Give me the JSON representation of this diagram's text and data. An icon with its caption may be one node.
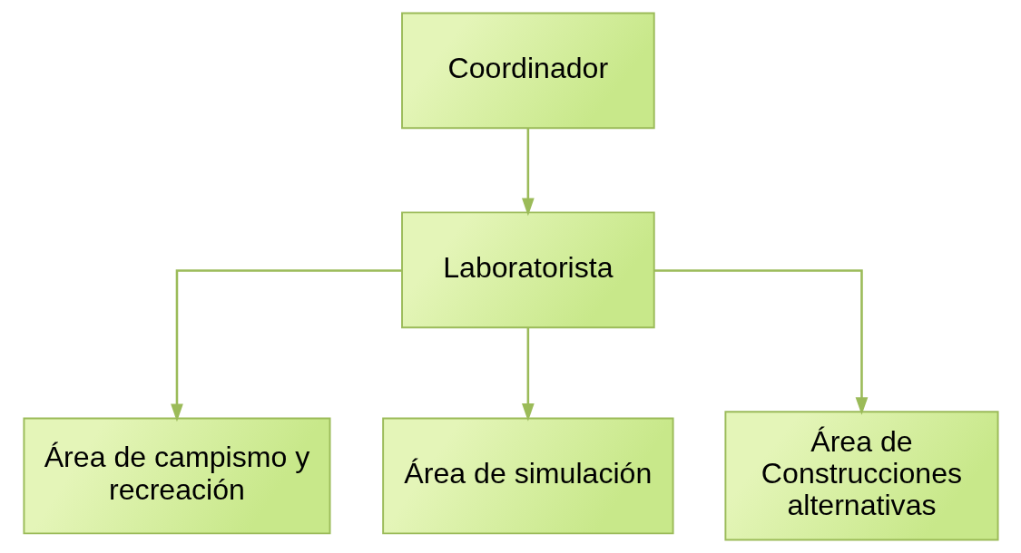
{
  "diagram": {
    "nodes": [
      {
        "text": [
          "Coordinador"
        ]
      },
      {
        "text": [
          "Laboratorista"
        ]
      },
      {
        "text": [
          "Área de campismo y recreación"
        ]
      },
      {
        "text": [
          "Área de simulación"
        ]
      },
      {
        "text": [
          "Área de Construcciones alternativas"
        ]
      }
    ],
    "edges": [
      {
        "from": 0,
        "to": 1,
        "arrow": "to"
      },
      {
        "from": 1,
        "to": 2,
        "arrow": "to"
      },
      {
        "from": 1,
        "to": 3,
        "arrow": "to"
      },
      {
        "from": 1,
        "to": 4,
        "arrow": "to"
      }
    ]
  }
}
